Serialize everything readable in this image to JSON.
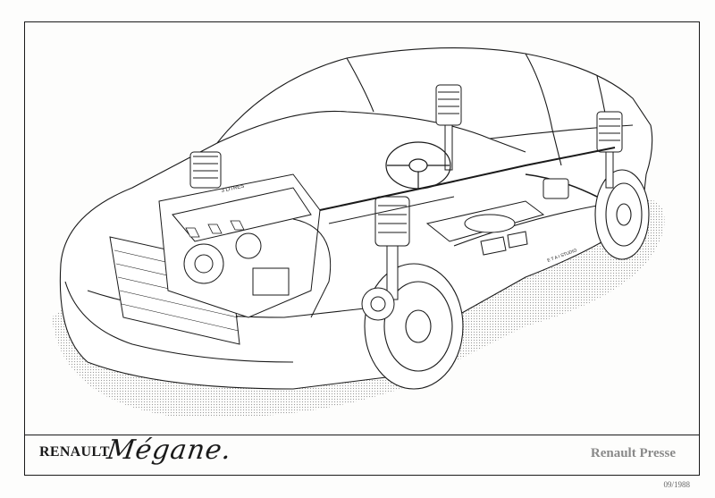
{
  "footer": {
    "brand": "RENAULT",
    "model": "Mégane.",
    "press": "Renault Presse",
    "date": "09/1988"
  },
  "illustration": {
    "subject": "cutaway-car",
    "engine_label": "3 LITRES",
    "studio_credit": "E T A I STUDIO"
  },
  "colors": {
    "line": "#1a1a1a",
    "shadow": "#c8c8c8",
    "press_text": "#8a8a8a"
  }
}
